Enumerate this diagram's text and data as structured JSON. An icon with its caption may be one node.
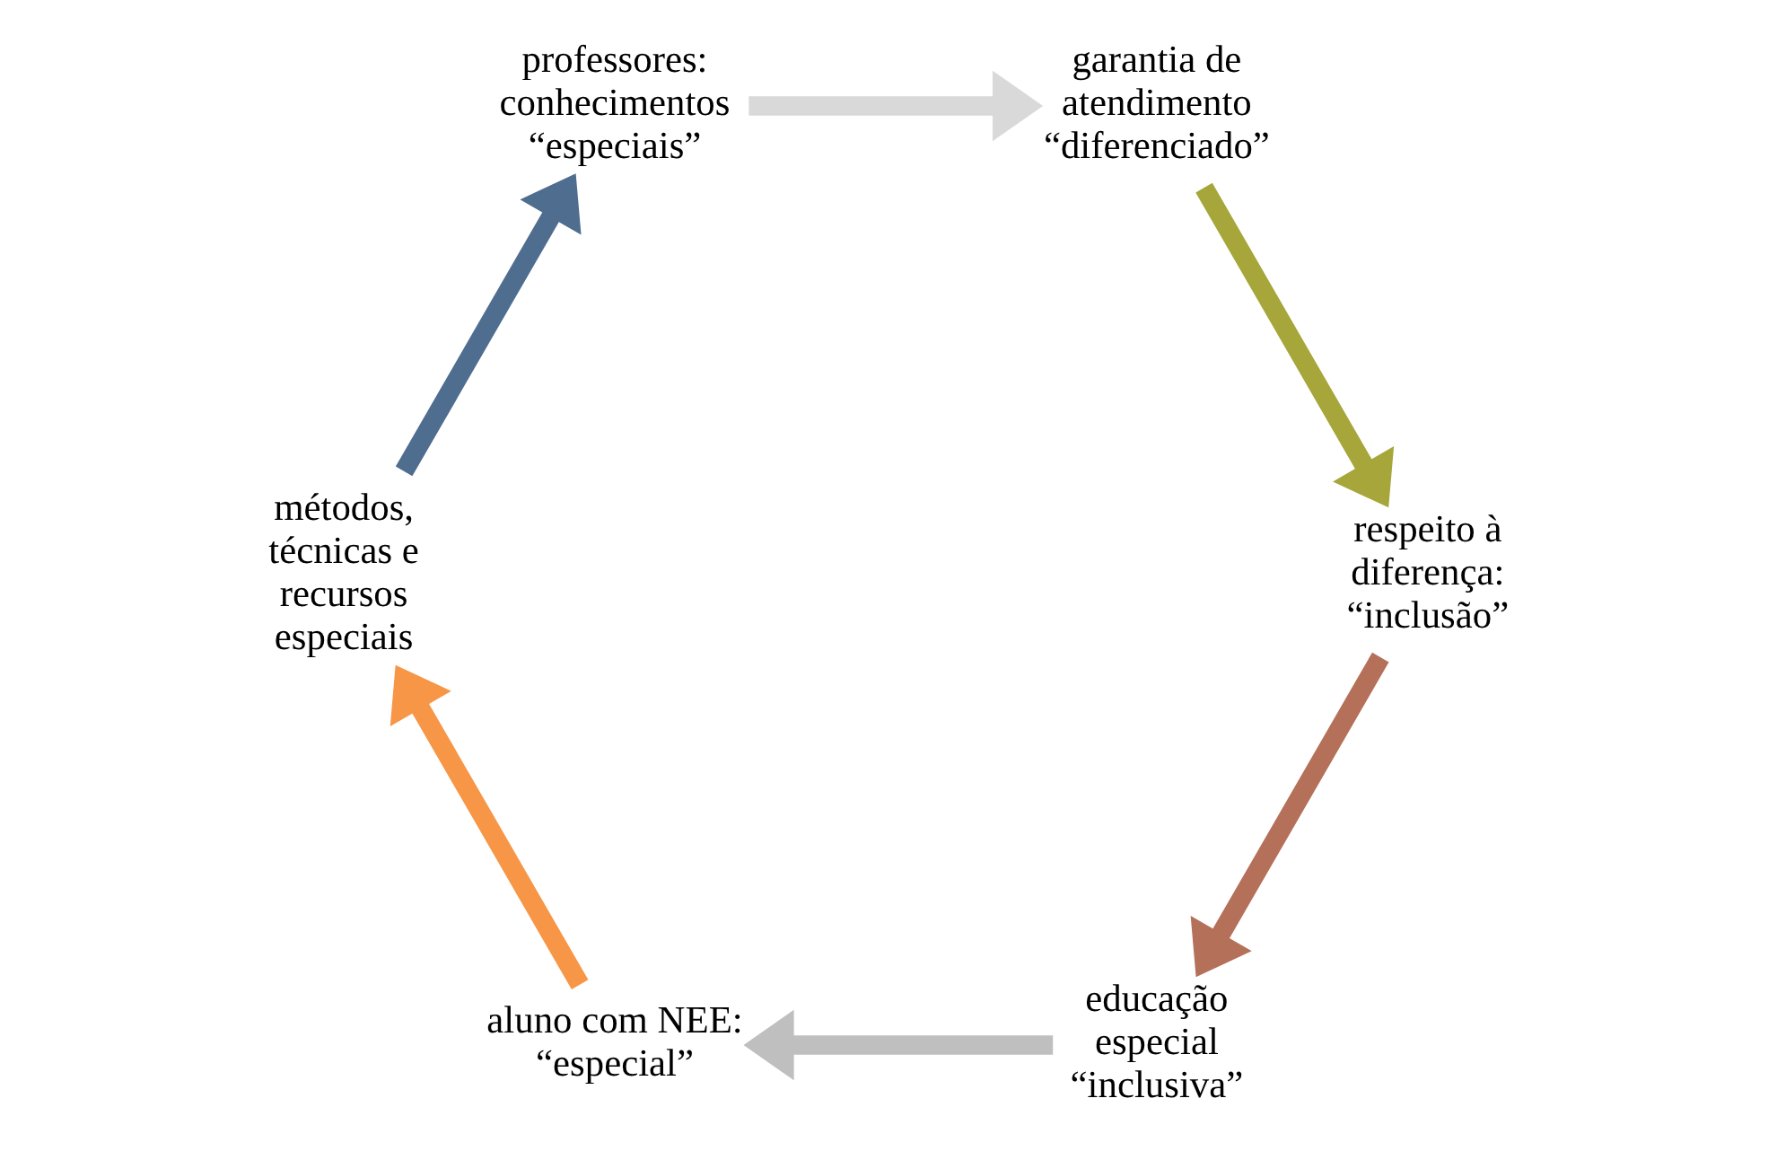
{
  "diagram": {
    "nodes": [
      {
        "text": [
          "educação especial “inclusiva”"
        ]
      },
      {
        "text": [
          "aluno com NEE: “especial”"
        ]
      },
      {
        "text": [
          "métodos, técnicas e recursos especiais"
        ]
      },
      {
        "text": [
          "professores: conhecimentos “especiais”"
        ]
      },
      {
        "text": [
          "garantia de atendimento “diferenciado”"
        ]
      },
      {
        "text": [
          "respeito à diferença: “inclusão”"
        ]
      }
    ],
    "edges": [
      {
        "from": 0,
        "to": 1,
        "arrow": "to",
        "color": "#bfbfbf"
      },
      {
        "from": 1,
        "to": 2,
        "arrow": "to",
        "color": "#f79646"
      },
      {
        "from": 2,
        "to": 3,
        "arrow": "to",
        "color": "#4f6d8f"
      },
      {
        "from": 3,
        "to": 4,
        "arrow": "to",
        "color": "#d9d9d9"
      },
      {
        "from": 4,
        "to": 5,
        "arrow": "to",
        "color": "#a6a63a"
      },
      {
        "from": 5,
        "to": 0,
        "arrow": "to",
        "color": "#b5705a"
      }
    ]
  }
}
